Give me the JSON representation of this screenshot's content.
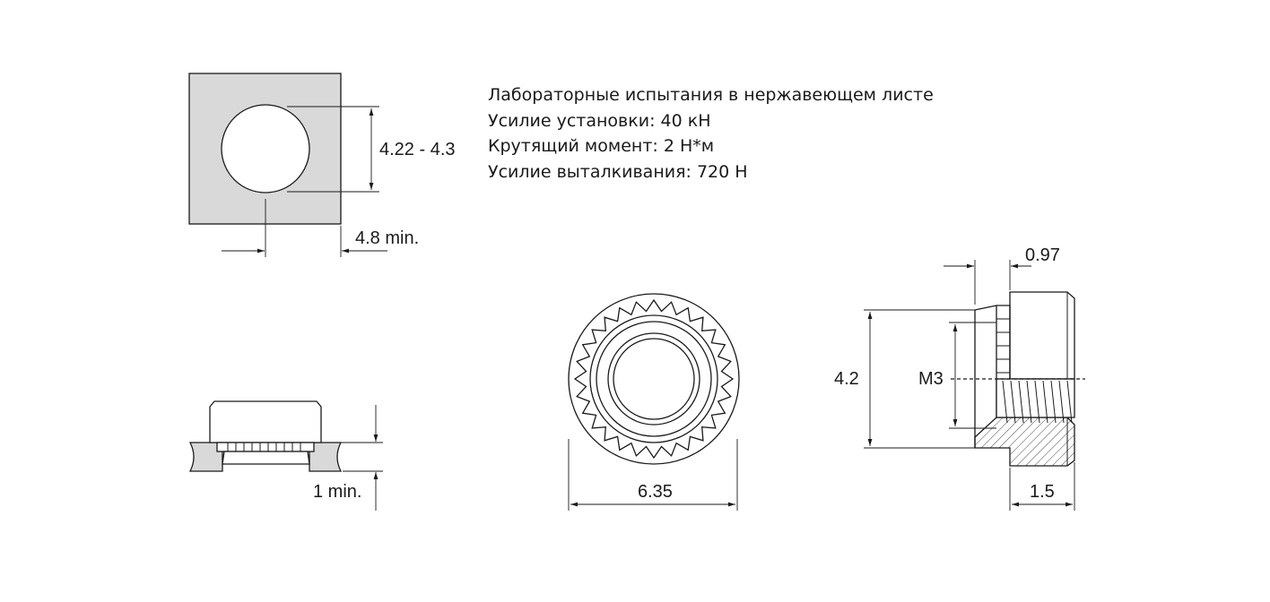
{
  "specs": {
    "line1": "Лабораторные испытания в нержавеющем листе",
    "line2": "Усилие установки: 40 кН",
    "line3": "Крутящий момент: 2 Н*м",
    "line4": "Усилие выталкивания: 720 Н"
  },
  "dims": {
    "hole_diameter": "4.22 - 4.3",
    "edge_distance": "4.8 min.",
    "sheet_thickness": "1 min.",
    "outer_diameter": "6.35",
    "height": "4.2",
    "thread": "M3",
    "shank_length": "0.97",
    "body_length": "1.5"
  },
  "colors": {
    "line": "#1a1a1a",
    "sheet_fill": "#d9d9d9",
    "background": "#ffffff"
  }
}
